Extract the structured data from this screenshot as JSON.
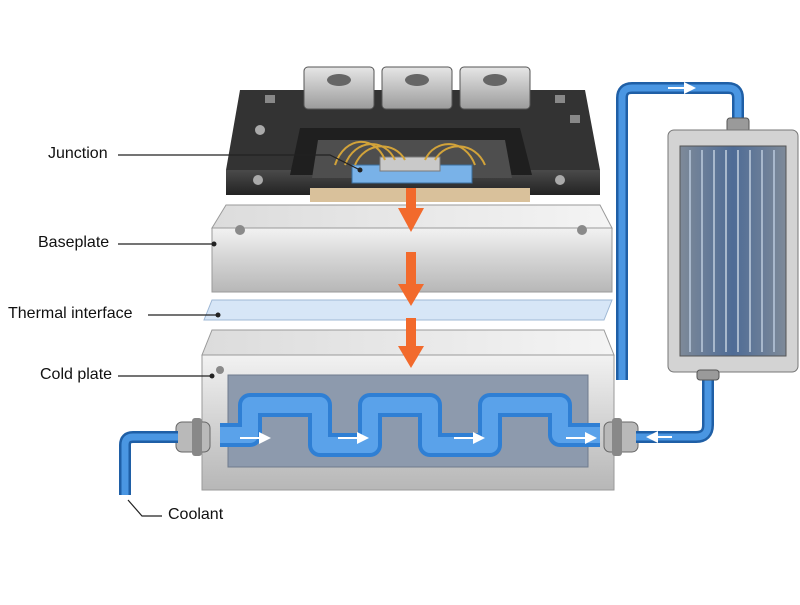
{
  "labels": {
    "junction": "Junction",
    "baseplate": "Baseplate",
    "thermal_interface": "Thermal interface",
    "cold_plate": "Cold plate",
    "coolant": "Coolant"
  },
  "colors": {
    "heat_arrow": "#f26a2c",
    "coolant_tube": "#2f7fd4",
    "coolant_fill": "#5aa2ea",
    "metal_light": "#e4e4e4",
    "metal_dark": "#a9a9a9",
    "module_body": "#3a3a3a",
    "terminal": "#bdbdbd",
    "interface_pad": "#d7e6f7",
    "die": "#79b2e8",
    "wire_bond": "#d2a33a"
  },
  "components": {
    "power_module": "power module",
    "radiator": "radiator"
  }
}
